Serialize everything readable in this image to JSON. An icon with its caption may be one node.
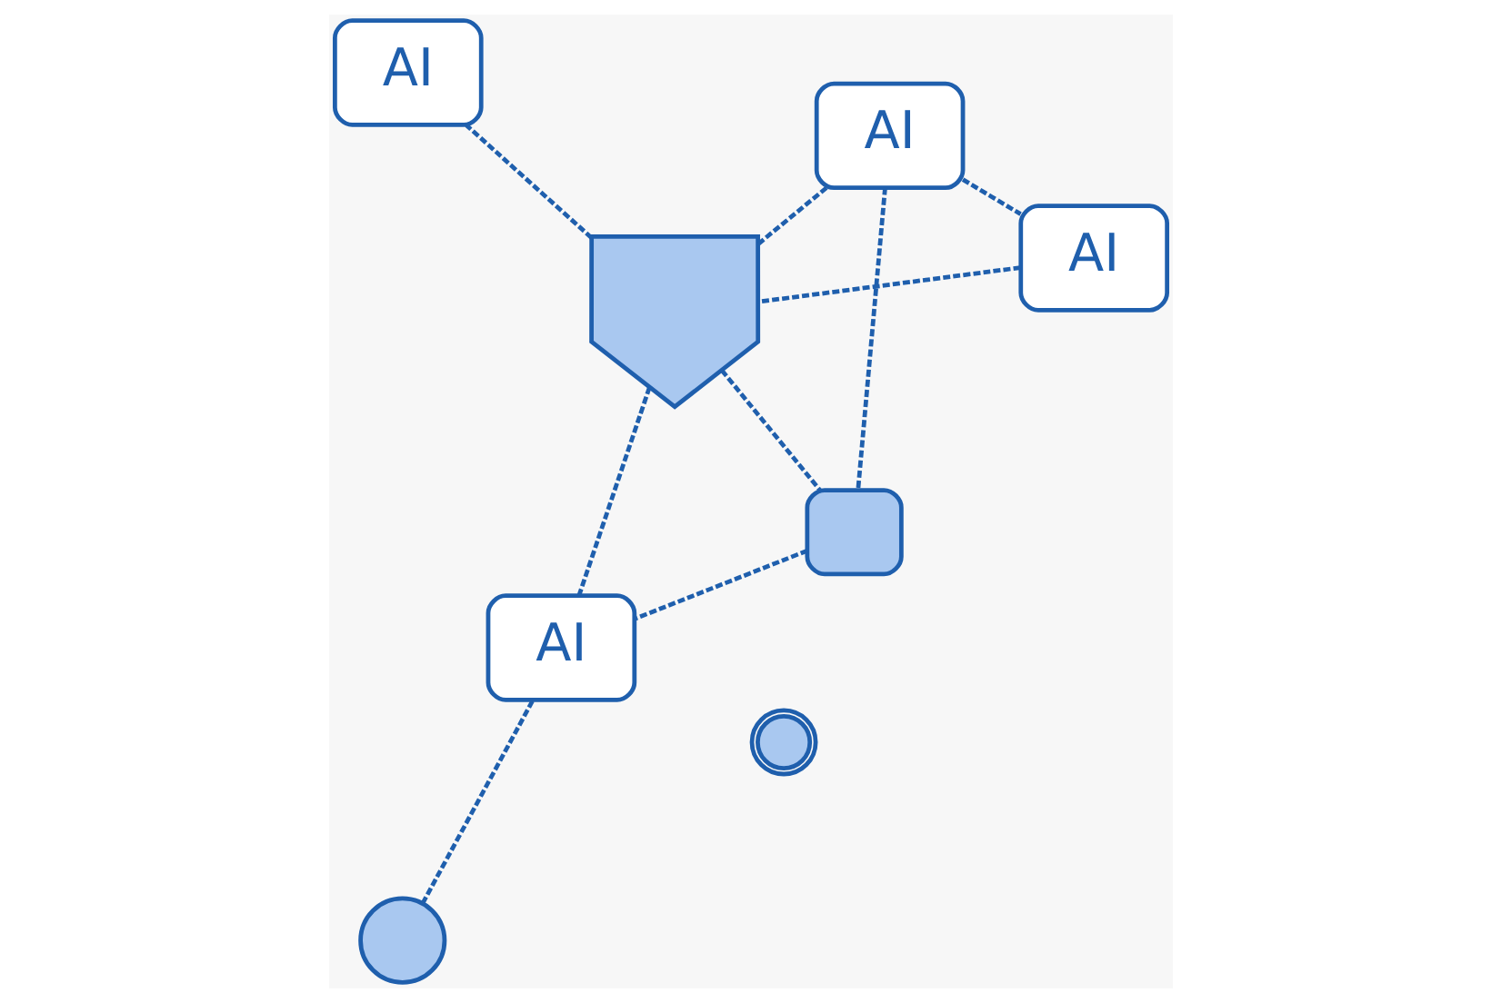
{
  "diagram": {
    "nodes": [
      {
        "text": [
          "AI"
        ]
      },
      {
        "text": [],
        "shape": "box"
      },
      {
        "text": [],
        "shape": "picture"
      },
      {
        "text": [],
        "shape": "shield"
      },
      {
        "text": [
          "AI"
        ]
      },
      {
        "text": [
          "AI"
        ]
      },
      {
        "text": [
          "AI"
        ]
      },
      {
        "text": [],
        "shape": "circle"
      }
    ],
    "edges": [
      {
        "from": 0,
        "to": 1,
        "arrow": "none",
        "style": "dashed"
      },
      {
        "from": 0,
        "to": 3,
        "arrow": "none",
        "style": "dashed"
      },
      {
        "from": 0,
        "to": 5,
        "arrow": "none",
        "style": "dashed"
      },
      {
        "from": 3,
        "to": 1,
        "arrow": "none",
        "style": "dashed"
      },
      {
        "from": 1,
        "to": 6,
        "arrow": "none",
        "style": "dashed"
      },
      {
        "from": 3,
        "to": 4,
        "arrow": "none",
        "style": "dashed"
      },
      {
        "from": 5,
        "to": 3,
        "arrow": "none",
        "style": "dashed"
      },
      {
        "from": 3,
        "to": 6,
        "arrow": "none",
        "style": "dashed"
      },
      {
        "from": 7,
        "to": 6,
        "arrow": "none",
        "style": "dashed"
      }
    ]
  }
}
